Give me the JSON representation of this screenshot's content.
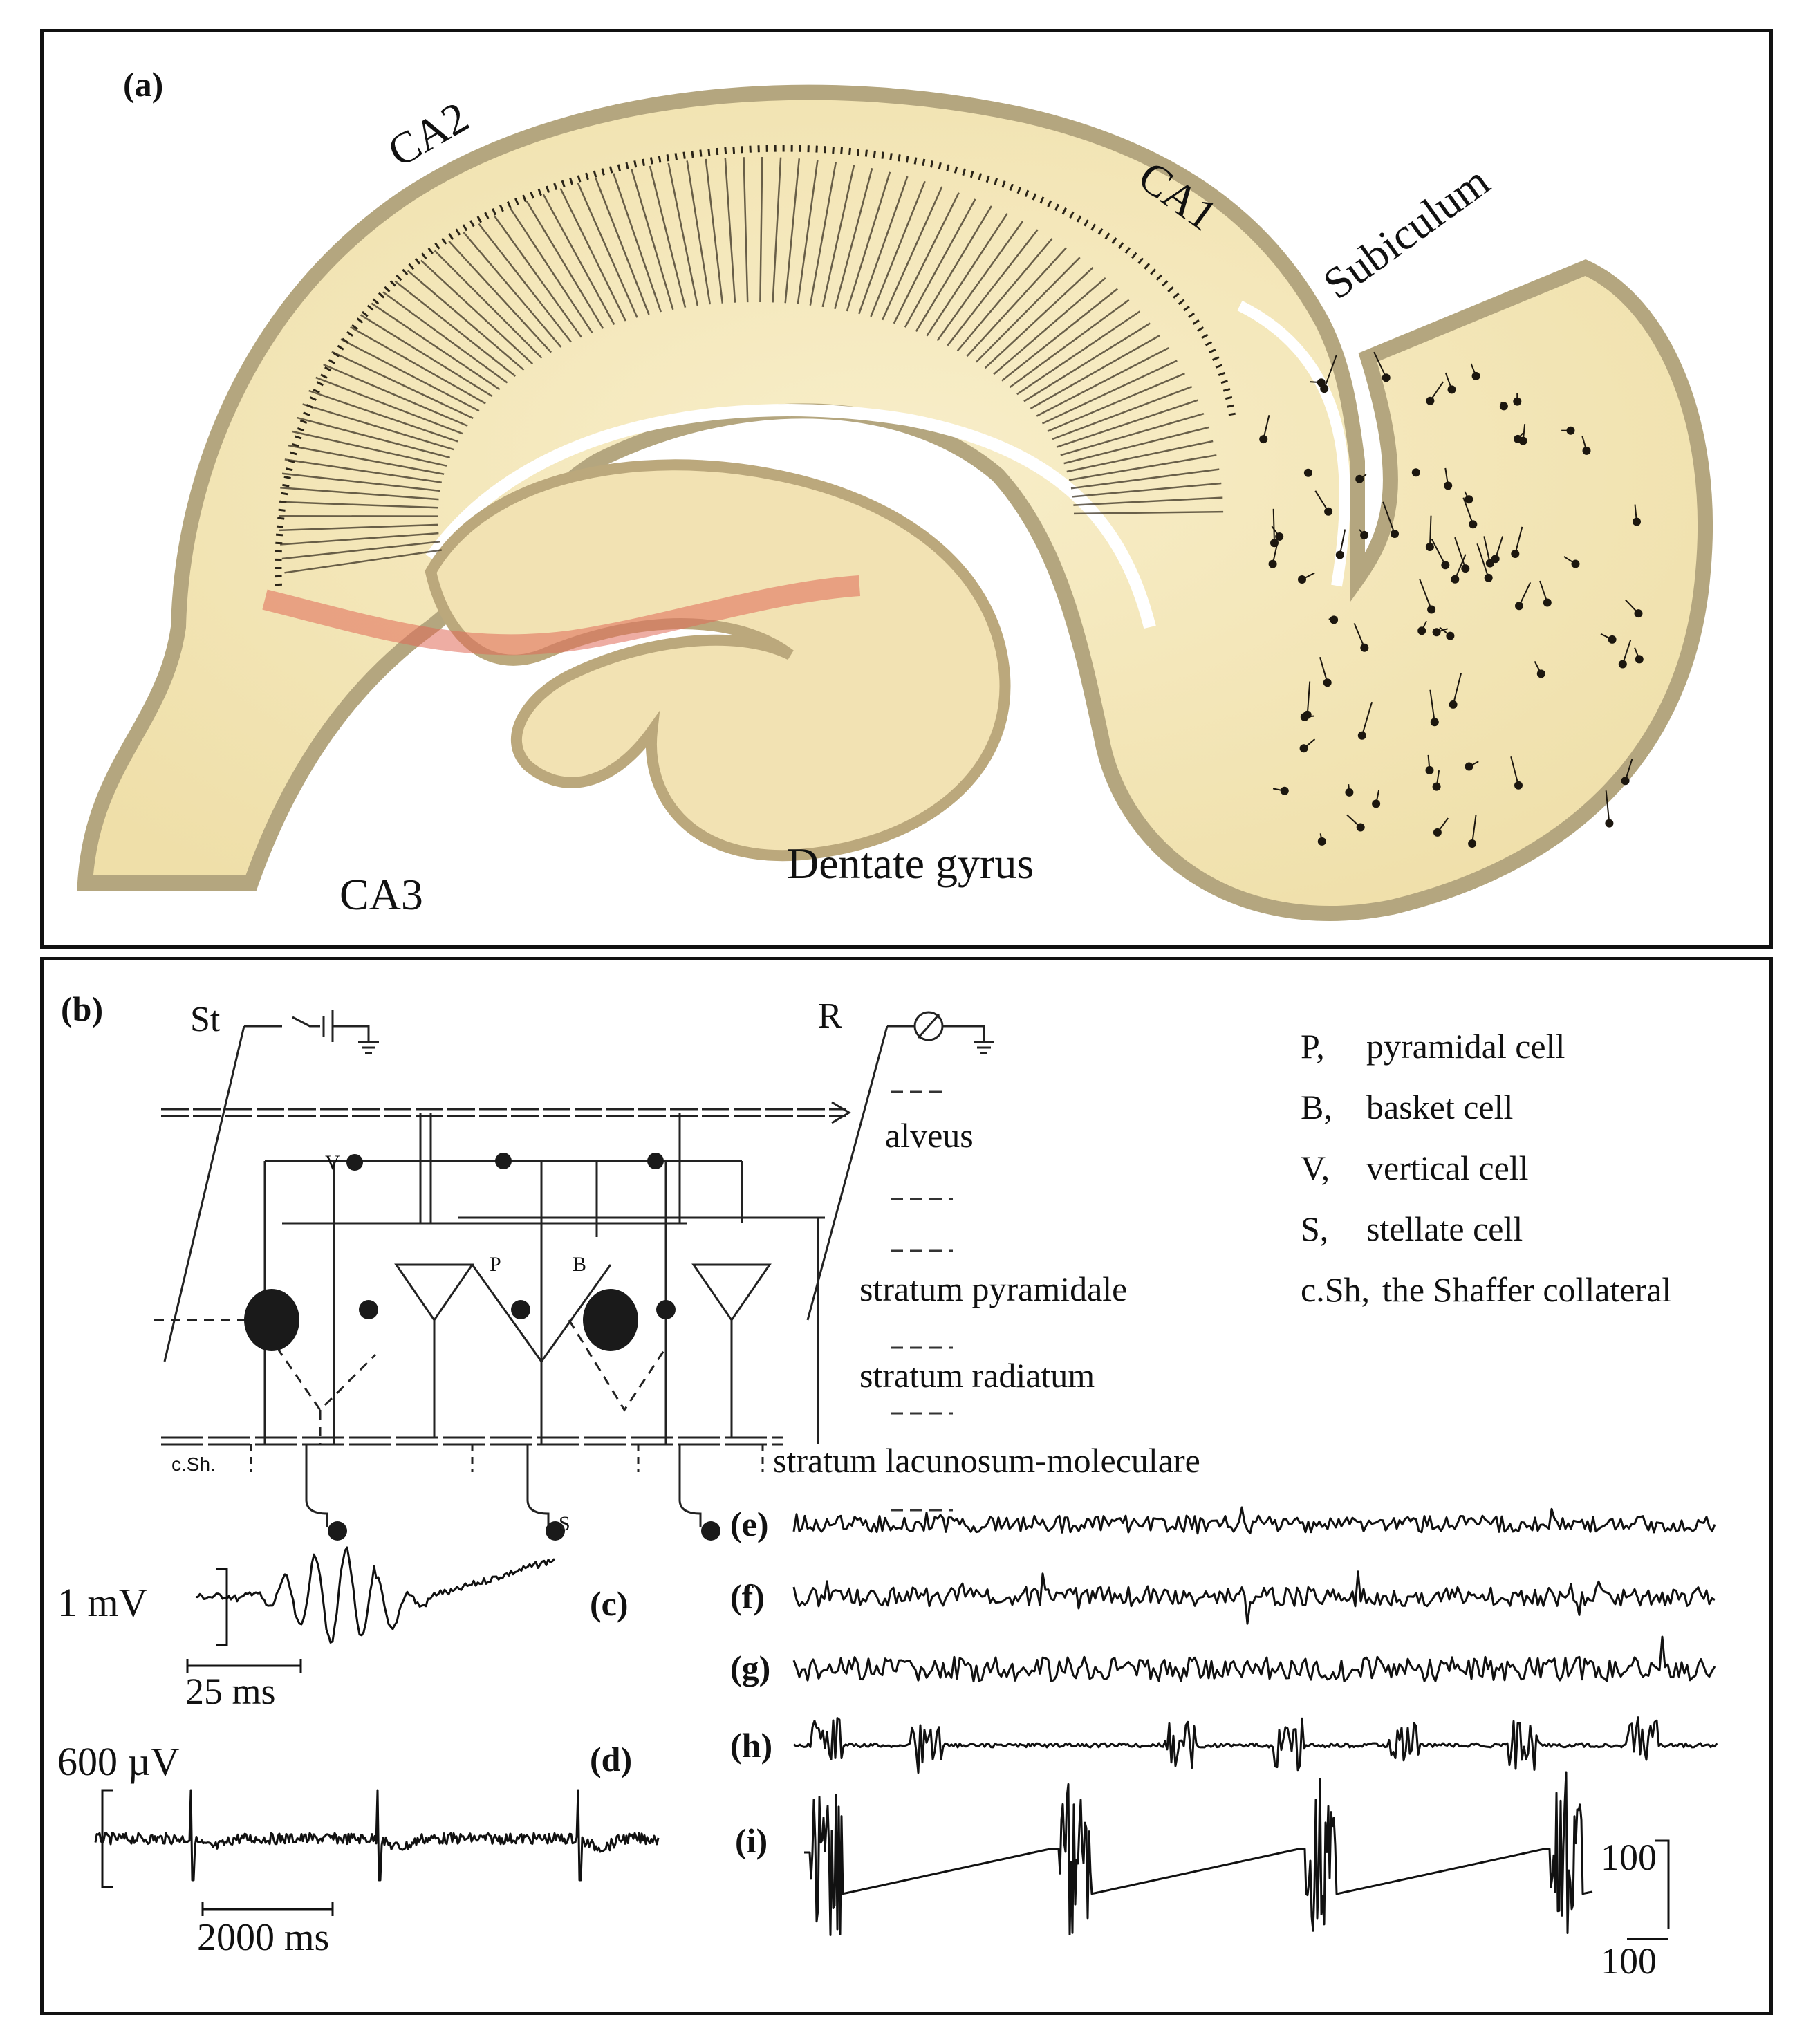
{
  "panel_a": {
    "label": "(a)",
    "regions": {
      "ca2": "CA2",
      "ca1": "CA1",
      "subiculum": "Subiculum",
      "ca3": "CA3",
      "dentate": "Dentate gyrus"
    }
  },
  "panel_b": {
    "label": "(b)",
    "stim": "St",
    "rec": "R",
    "cell_letters": {
      "v": "V",
      "p": "P",
      "b": "B",
      "s": "S"
    },
    "csh": "c.Sh.",
    "layers": {
      "alveus": "alveus",
      "pyramidale": "stratum pyramidale",
      "radiatum": "stratum radiatum",
      "lacunosum": "stratum lacunosum-moleculare"
    },
    "legend": [
      {
        "key": "P,",
        "text": "pyramidal cell"
      },
      {
        "key": "B,",
        "text": "basket cell"
      },
      {
        "key": "V,",
        "text": "vertical cell"
      },
      {
        "key": "S,",
        "text": "stellate cell"
      },
      {
        "key": "c.Sh,",
        "text": "the Shaffer collateral"
      }
    ]
  },
  "panel_c": {
    "label": "(c)",
    "amp_scale": "1 mV",
    "time_scale": "25 ms"
  },
  "panel_d": {
    "label": "(d)",
    "amp_scale": "600 µV",
    "time_scale": "2000 ms"
  },
  "traces": {
    "e": "(e)",
    "f": "(f)",
    "g": "(g)",
    "h": "(h)",
    "i": "(i)",
    "scale_top": "100",
    "scale_bottom": "100"
  },
  "colors": {
    "tissue": "#f6e9bf",
    "tissue_edge": "#b9ab85",
    "ink": "#1a1a1a",
    "mossy": "#e06a58"
  }
}
